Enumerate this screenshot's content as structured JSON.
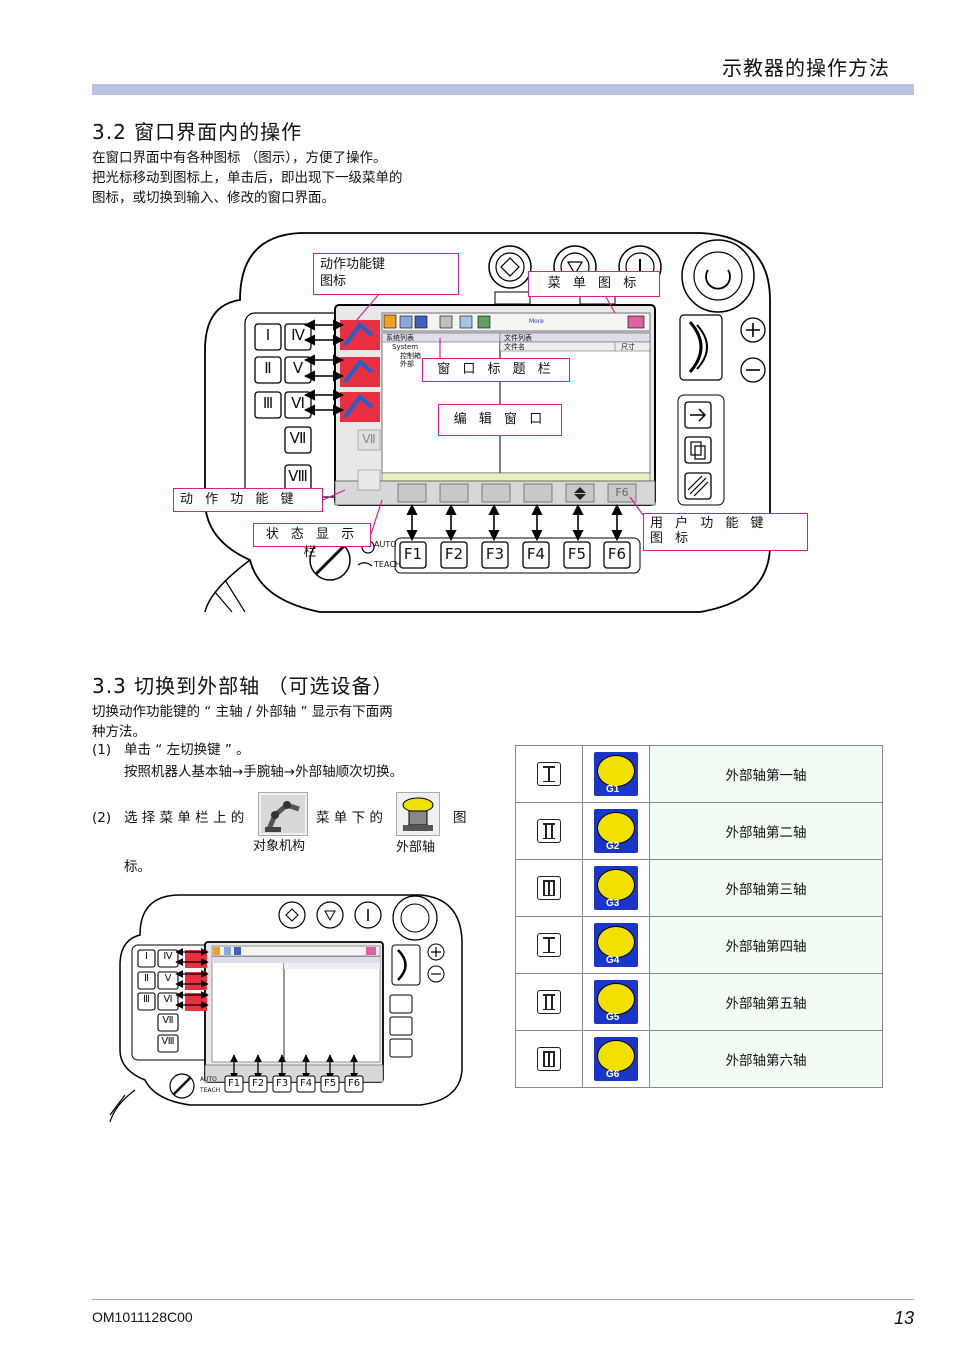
{
  "header": {
    "title": "示教器的操作方法"
  },
  "section32": {
    "heading": "3.2 窗口界面内的操作",
    "lines": [
      "在窗口界面中有各种图标 （图示），方便了操作。",
      "把光标移动到图标上，单击后，即出现下一级菜单的",
      "图标，或切换到输入、修改的窗口界面。"
    ]
  },
  "figure1": {
    "callouts": {
      "motion_icon": "动作功能键\n图标",
      "menu_icon": "菜 单 图 标",
      "window_title": "窗 口 标 题 栏",
      "edit_window": "编 辑 窗 口",
      "motion_keys": "动 作 功 能 键",
      "status_bar": "状 态 显 示 栏",
      "user_keys": "用 户 功 能 键\n图 标"
    },
    "left_keys": [
      "Ⅰ",
      "Ⅱ",
      "Ⅲ"
    ],
    "right_keys": [
      "Ⅳ",
      "Ⅴ",
      "Ⅵ",
      "Ⅶ",
      "Ⅷ"
    ],
    "screen_side_label": "Ⅶ",
    "fkeys": [
      "F1",
      "F2",
      "F3",
      "F4",
      "F5",
      "F6"
    ],
    "mode_labels": [
      "AUTO",
      "TEACH"
    ],
    "screen": {
      "left_pane_title": "系统列表",
      "right_pane_title": "文件列表",
      "col_name": "文件名",
      "col_size": "尺寸",
      "tree": [
        "System",
        "控制箱",
        "外部"
      ],
      "toolbar_text": "More",
      "status_f6": "F6"
    }
  },
  "section33": {
    "heading": "3.3 切换到外部轴 （可选设备）",
    "intro": [
      "切换动作功能键的 “ 主轴 / 外部轴 ” 显示有下面两",
      "种方法。"
    ],
    "step1_num": "(1)",
    "step1_a": "单击 “ 左切换键 ” 。",
    "step1_b": "按照机器人基本轴→手腕轴→外部轴顺次切换。",
    "step2_num": "(2)",
    "step2_a": "选 择 菜 单 栏 上 的",
    "step2_b": "菜 单 下 的",
    "step2_c": "图",
    "step2_d": "标。",
    "icon1_caption": "对象机构",
    "icon2_caption": "外部轴"
  },
  "figure2": {
    "left_keys": [
      "Ⅰ",
      "Ⅱ",
      "Ⅲ"
    ],
    "right_keys": [
      "Ⅳ",
      "Ⅴ",
      "Ⅵ",
      "Ⅶ",
      "Ⅷ"
    ],
    "fkeys": [
      "F1",
      "F2",
      "F3",
      "F4",
      "F5",
      "F6"
    ],
    "mode_labels": [
      "AUTO",
      "TEACH"
    ]
  },
  "axis_table": [
    {
      "key": "Ⅰ",
      "icon": "G1",
      "label": "外部轴第一轴"
    },
    {
      "key": "Ⅱ",
      "icon": "G2",
      "label": "外部轴第二轴"
    },
    {
      "key": "Ⅲ",
      "icon": "G3",
      "label": "外部轴第三轴"
    },
    {
      "key": "Ⅰ",
      "icon": "G4",
      "label": "外部轴第四轴"
    },
    {
      "key": "Ⅱ",
      "icon": "G5",
      "label": "外部轴第五轴"
    },
    {
      "key": "Ⅲ",
      "icon": "G6",
      "label": "外部轴第六轴"
    }
  ],
  "footer": {
    "doc_code": "OM1011128C00",
    "page": "13"
  },
  "colors": {
    "header_bar": "#b8c2e2",
    "callout_border": "#e0189a",
    "arrow": "#000000",
    "table_label_bg": "#f0fcf4",
    "icon_blue": "#1a36c8",
    "icon_yellow": "#f2e000"
  }
}
